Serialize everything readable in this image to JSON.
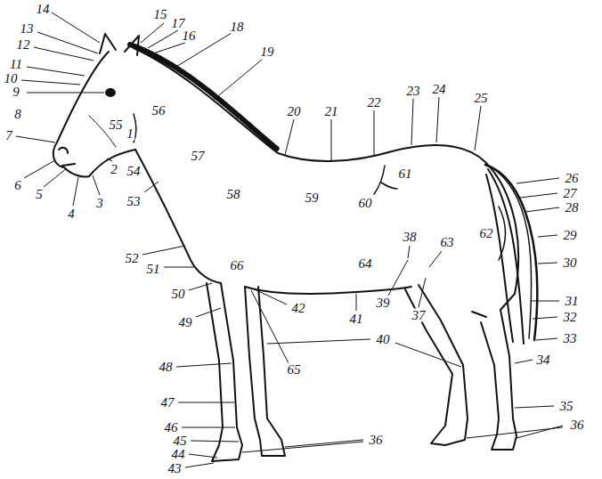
{
  "diagram": {
    "labels": [
      "14",
      "13",
      "12",
      "11",
      "10",
      "9",
      "8",
      "7",
      "6",
      "5",
      "4",
      "3",
      "2",
      "1",
      "55",
      "56",
      "15",
      "17",
      "16",
      "18",
      "19",
      "20",
      "21",
      "22",
      "23",
      "24",
      "25",
      "26",
      "27",
      "28",
      "29",
      "30",
      "62",
      "31",
      "32",
      "33",
      "34",
      "35",
      "36",
      "61",
      "60",
      "59",
      "58",
      "57",
      "54",
      "53",
      "52",
      "51",
      "50",
      "49",
      "48",
      "47",
      "46",
      "45",
      "44",
      "43",
      "36",
      "66",
      "42",
      "65",
      "40",
      "64",
      "41",
      "38",
      "39",
      "63",
      "37"
    ]
  }
}
